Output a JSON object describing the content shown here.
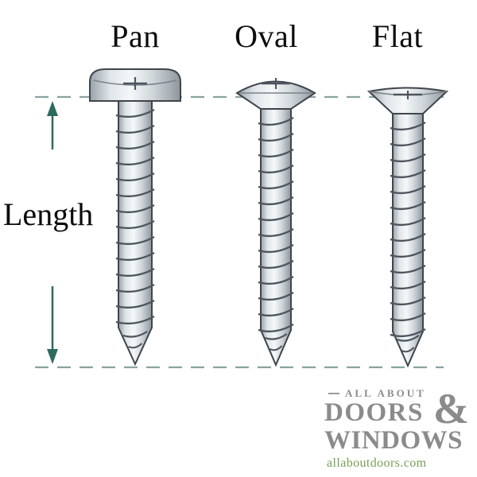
{
  "screws": [
    {
      "label": "Pan"
    },
    {
      "label": "Oval"
    },
    {
      "label": "Flat"
    }
  ],
  "measurement": {
    "label": "Length"
  },
  "logo": {
    "tagline": "ALL ABOUT",
    "word1": "DOORS",
    "word2": "WINDOWS",
    "ampersand": "&",
    "website": "allaboutdoors.com"
  },
  "colors": {
    "measure_arrow": "#2d6b5f",
    "dashed_line": "#8aa39f",
    "screw_outline": "#3f454c",
    "thread": "#4d555e",
    "logo_gray": "#8b8b8b",
    "logo_green": "#76a055"
  }
}
